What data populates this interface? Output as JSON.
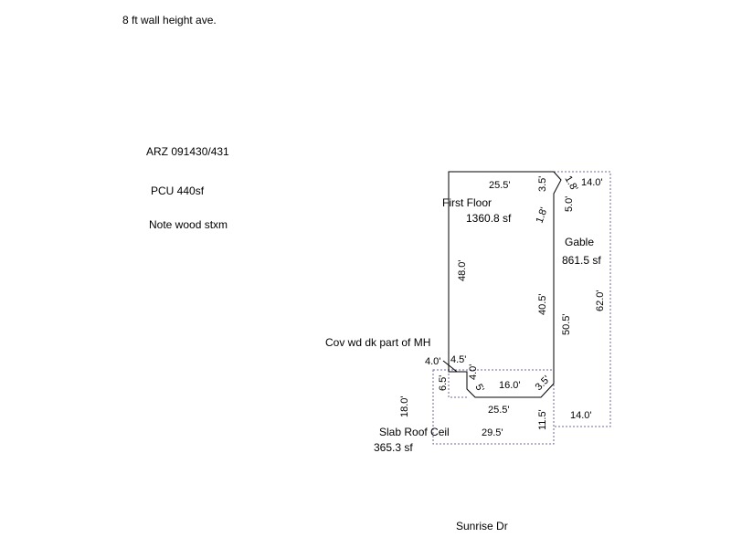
{
  "notes": {
    "wall_height": "8 ft wall height ave.",
    "arz": "ARZ 091430/431",
    "pcu": "PCU 440sf",
    "wood": "Note wood stxm",
    "street": "Sunrise Dr"
  },
  "areas": {
    "first_floor": {
      "name": "First Floor",
      "area": "1360.8 sf"
    },
    "gable": {
      "name": "Gable",
      "area": "861.5 sf"
    },
    "deck": {
      "name": "Cov wd dk part of MH"
    },
    "slab": {
      "name": "Slab Roof Ceil",
      "area": "365.3 sf"
    }
  },
  "dimensions": {
    "ff_top": "25.5'",
    "ff_right_top": "3.5'",
    "ff_diag_top": "1.8'",
    "ff_diag_small": "1.8'",
    "ff_left": "48.0'",
    "ff_right": "40.5'",
    "ff_bottom_chamfer": "3.5'",
    "ff_bottom": "16.0'",
    "ff_notch_4_5": "4.5'",
    "ff_notch_4_0": "4.0'",
    "ff_notch_5": "5'",
    "gable_top": "14.0'",
    "gable_notch": "5.0'",
    "gable_inner": "50.5'",
    "gable_outer": "62.0'",
    "gable_bottom": "14.0'",
    "deck_4_0": "4.0'",
    "deck_6_5": "6.5'",
    "slab_top": "25.5'",
    "slab_bottom": "29.5'",
    "slab_left": "18.0'",
    "slab_right": "11.5'"
  },
  "colors": {
    "solid_line": "#000000",
    "dashed_line": "#6a6a9a"
  }
}
